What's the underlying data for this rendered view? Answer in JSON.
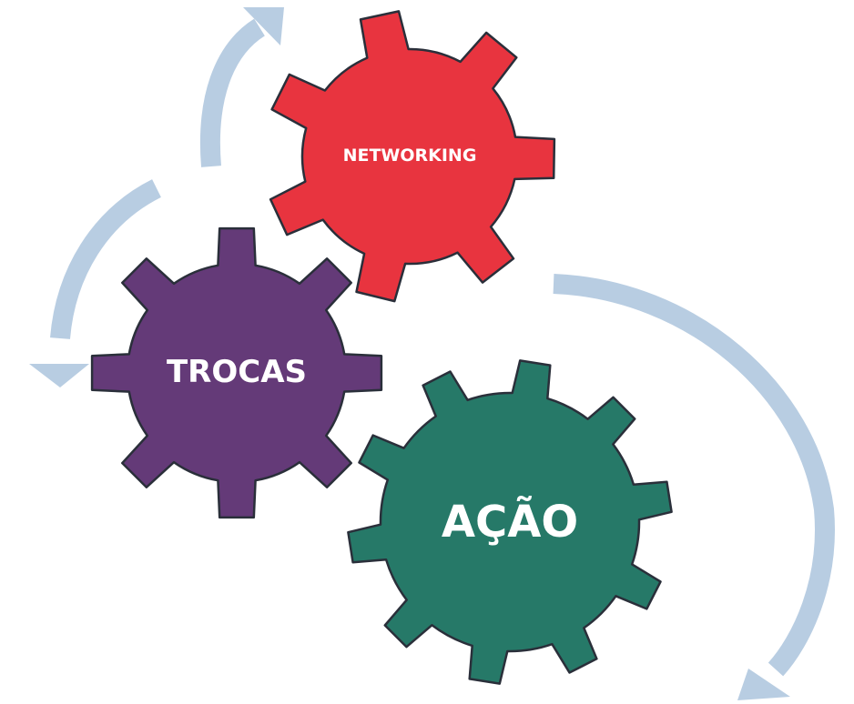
{
  "colors": {
    "background": "#ffffff",
    "arrow": "#b8cde2",
    "gear_outline": "#2a2f3a",
    "label_text": "#ffffff"
  },
  "gears": [
    {
      "id": "networking",
      "label": "NETWORKING",
      "color": "#e8343f",
      "teeth": 7
    },
    {
      "id": "trocas",
      "label": "TROCAS",
      "color": "#643a78",
      "teeth": 8
    },
    {
      "id": "acao",
      "label": "AÇÃO",
      "color": "#267968",
      "teeth": 10
    }
  ],
  "arrows": [
    {
      "id": "top-left-up",
      "direction": "up"
    },
    {
      "id": "left-down",
      "direction": "down"
    },
    {
      "id": "right-down",
      "direction": "down"
    }
  ]
}
